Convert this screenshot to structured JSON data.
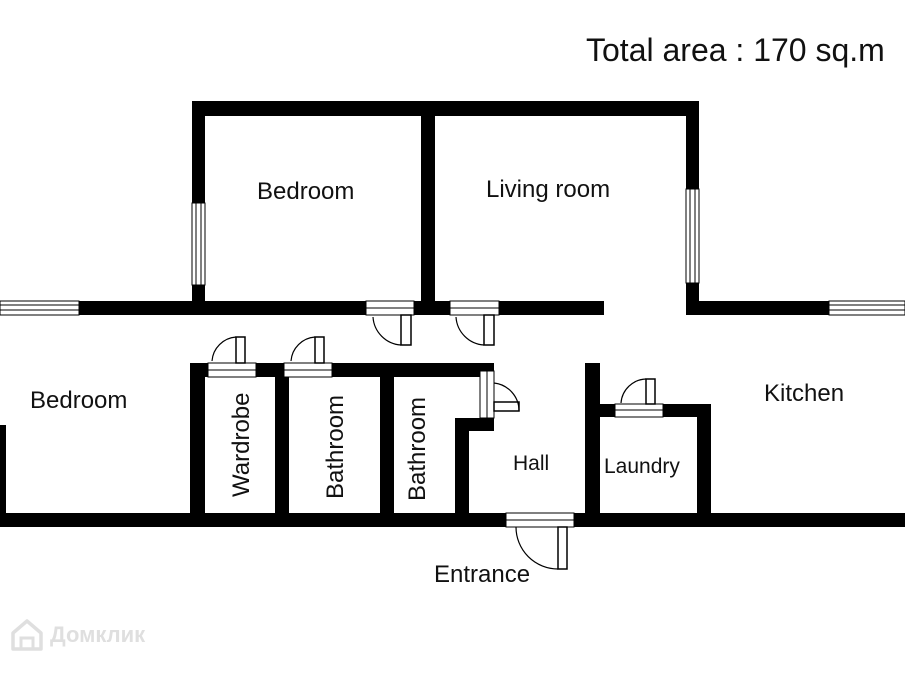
{
  "total_area": "Total area : 170 sq.m",
  "watermark": {
    "text": "Домклик",
    "icon": "house-logo-icon"
  },
  "rooms": {
    "bedroom_top": "Bedroom",
    "living_room": "Living room",
    "bedroom_left": "Bedroom",
    "wardrobe": "Wardrobe",
    "bathroom_1": "Bathroom",
    "bathroom_2": "Bathroom",
    "hall": "Hall",
    "laundry": "Laundry",
    "kitchen": "Kitchen",
    "entrance": "Entrance"
  },
  "colors": {
    "wall": "#000000",
    "background": "#ffffff",
    "text": "#111111",
    "watermark": "#d8d8d8"
  }
}
